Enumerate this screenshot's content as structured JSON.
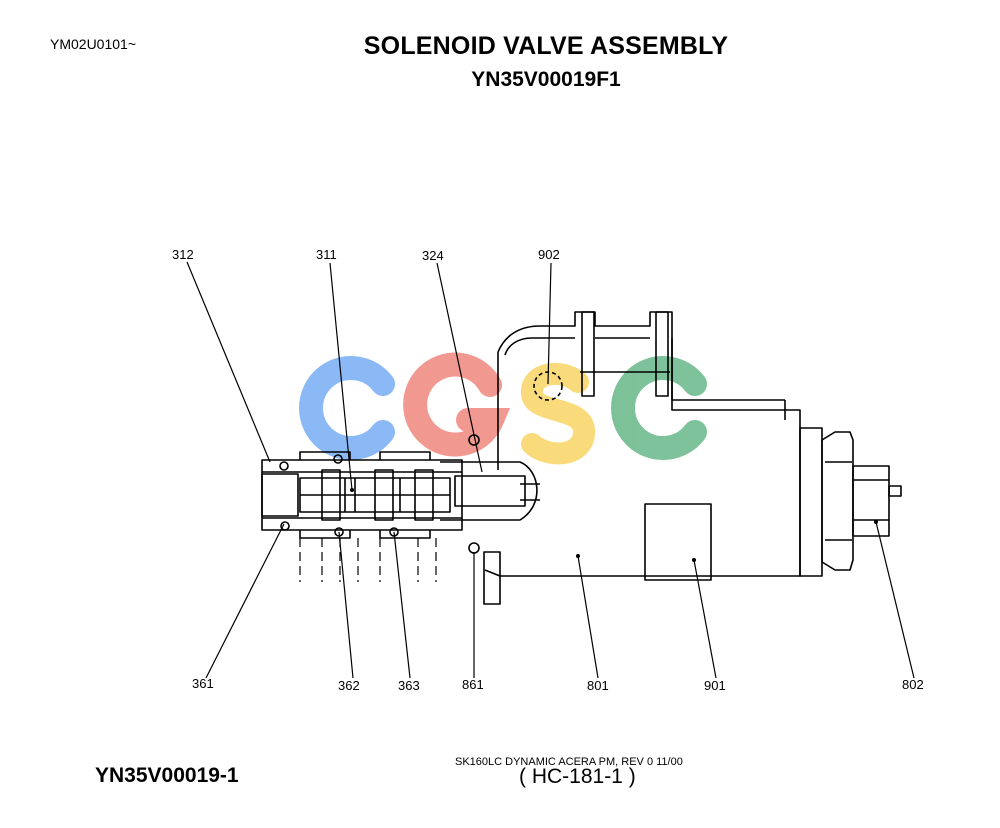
{
  "header": {
    "code": "YM02U0101~",
    "title": "SOLENOID VALVE ASSEMBLY",
    "subtitle": "YN35V00019F1"
  },
  "watermark": {
    "letters": [
      "C",
      "G",
      "S",
      "C"
    ],
    "colors": [
      "#7fb2f5",
      "#f08f86",
      "#f9d86e",
      "#6fbb8f"
    ]
  },
  "callouts": {
    "c312": "312",
    "c311": "311",
    "c324": "324",
    "c902": "902",
    "c361": "361",
    "c362": "362",
    "c363": "363",
    "c861": "861",
    "c801": "801",
    "c901": "901",
    "c802": "802"
  },
  "footer": {
    "code": "YN35V00019-1",
    "line": "SK160LC DYNAMIC ACERA PM,  REV 0 11/00",
    "ref": "( HC-181-1 )"
  }
}
